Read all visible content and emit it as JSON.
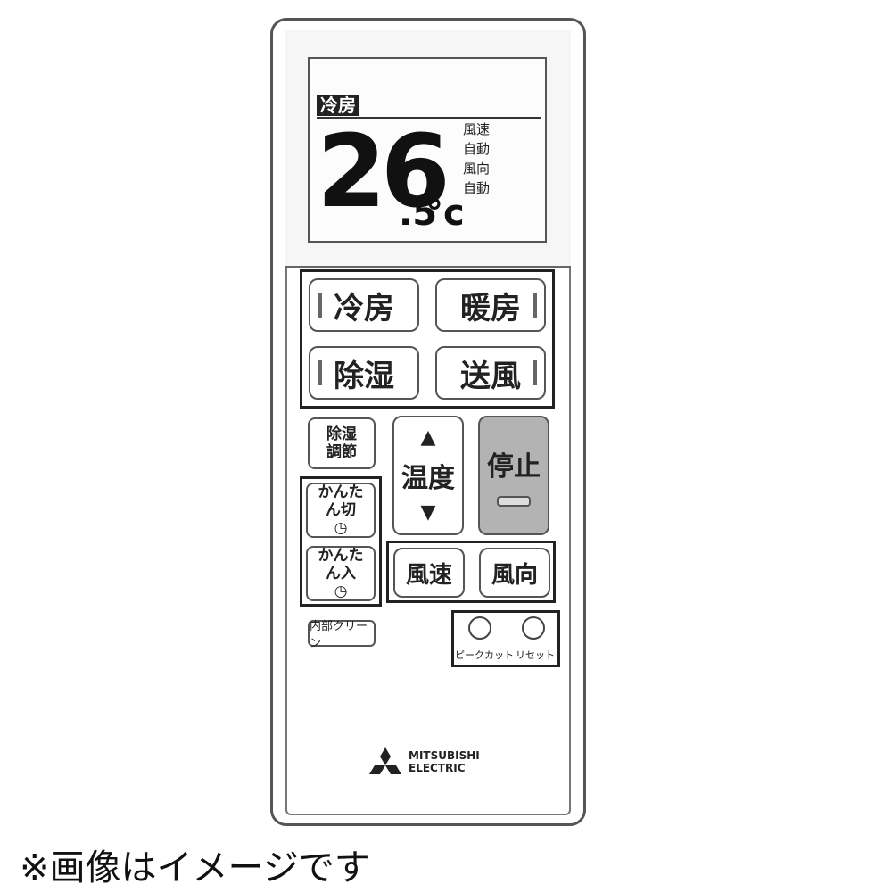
{
  "display": {
    "mode": "冷房",
    "temp_int": "26",
    "temp_dec": ".5",
    "temp_unit": "°c",
    "fan_label": "風速",
    "fan_value": "自動",
    "dir_label": "風向",
    "dir_value": "自動"
  },
  "modes": {
    "cool": "冷房",
    "heat": "暖房",
    "dry": "除湿",
    "fan": "送風"
  },
  "controls": {
    "dehumid_adjust": "除湿調節",
    "easy_off": "かんたん切",
    "easy_on": "かんたん入",
    "temp": "温度",
    "up": "▲",
    "down": "▼",
    "stop": "停止",
    "fan_speed": "風速",
    "fan_direction": "風向",
    "internal_clean": "内部クリーン",
    "peak_cut": "ピークカット",
    "reset": "リセット"
  },
  "brand": {
    "line1": "MITSUBISHI",
    "line2": "ELECTRIC"
  },
  "caption": "※画像はイメージです"
}
